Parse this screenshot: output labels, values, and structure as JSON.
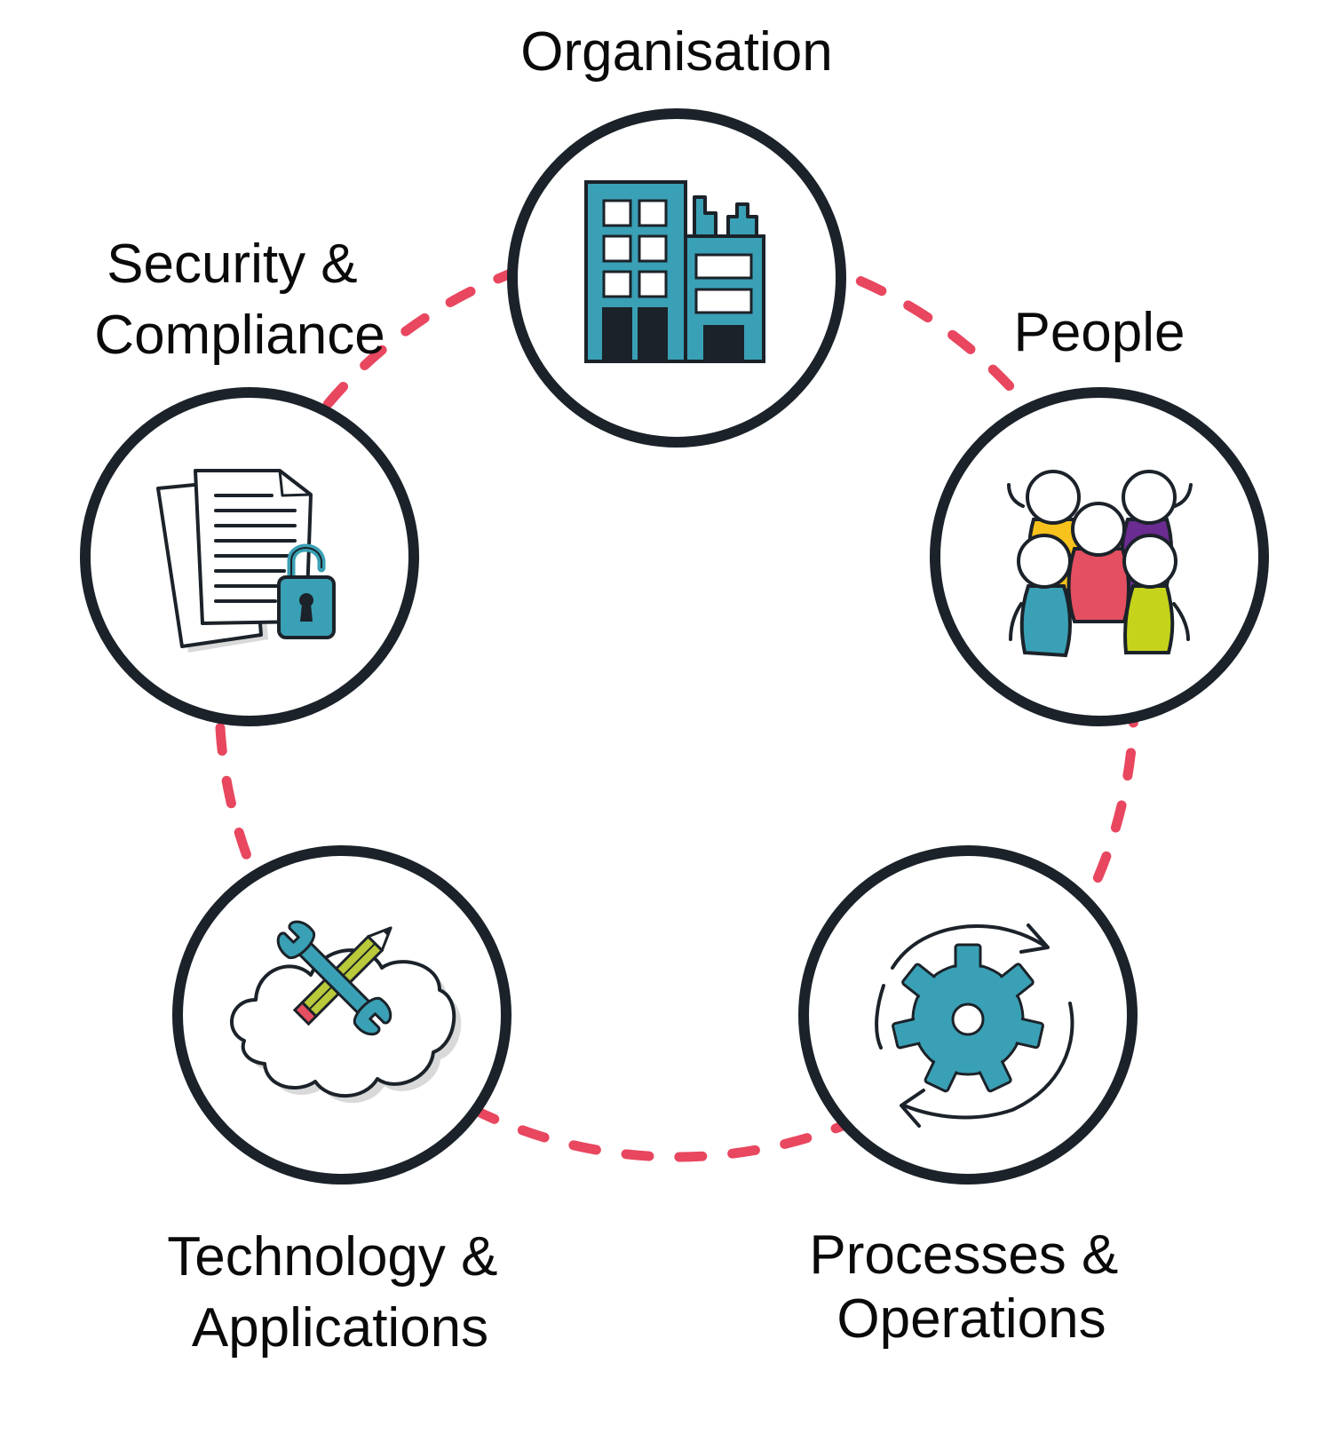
{
  "nodes": [
    {
      "id": "organisation",
      "label_lines": [
        "Organisation"
      ],
      "icon": "office-building-icon"
    },
    {
      "id": "people",
      "label_lines": [
        "People"
      ],
      "icon": "people-group-icon"
    },
    {
      "id": "processes",
      "label_lines": [
        "Processes &",
        "Operations"
      ],
      "icon": "gear-cycle-icon"
    },
    {
      "id": "technology",
      "label_lines": [
        "Technology &",
        "Applications"
      ],
      "icon": "cloud-tools-icon"
    },
    {
      "id": "security",
      "label_lines": [
        "Security &",
        "Compliance"
      ],
      "icon": "documents-padlock-icon"
    }
  ],
  "colors": {
    "ring_dash": "#e8475f",
    "circle_stroke": "#1b2229",
    "icon_teal": "#3aa0b5",
    "icon_dark": "#1b2229",
    "person_yellow": "#f7c21b",
    "person_purple": "#6a2c91",
    "person_red": "#e44f61",
    "person_lime": "#c5d31b",
    "person_teal": "#3aa0b5",
    "pencil_green": "#b9c93a"
  }
}
